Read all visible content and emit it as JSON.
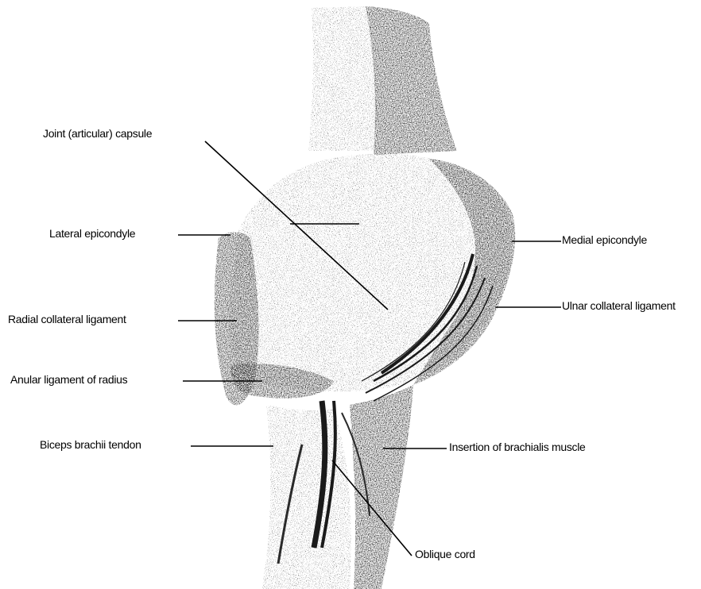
{
  "colors": {
    "ink": "#000000",
    "bone_stipple": "#8a8a8a",
    "dark_fiber": "#1a1a1a",
    "background": "#ffffff"
  },
  "labels": {
    "joint_capsule": "Joint (articular) capsule",
    "lateral_epicondyle": "Lateral epicondyle",
    "radial_collateral_ligament": "Radial collateral ligament",
    "anular_ligament": "Anular ligament of radius",
    "biceps_tendon": "Biceps brachii tendon",
    "medial_epicondyle": "Medial epicondyle",
    "ulnar_collateral_ligament": "Ulnar collateral ligament",
    "brachialis_insertion": "Insertion of brachialis muscle",
    "oblique_cord": "Oblique cord"
  }
}
